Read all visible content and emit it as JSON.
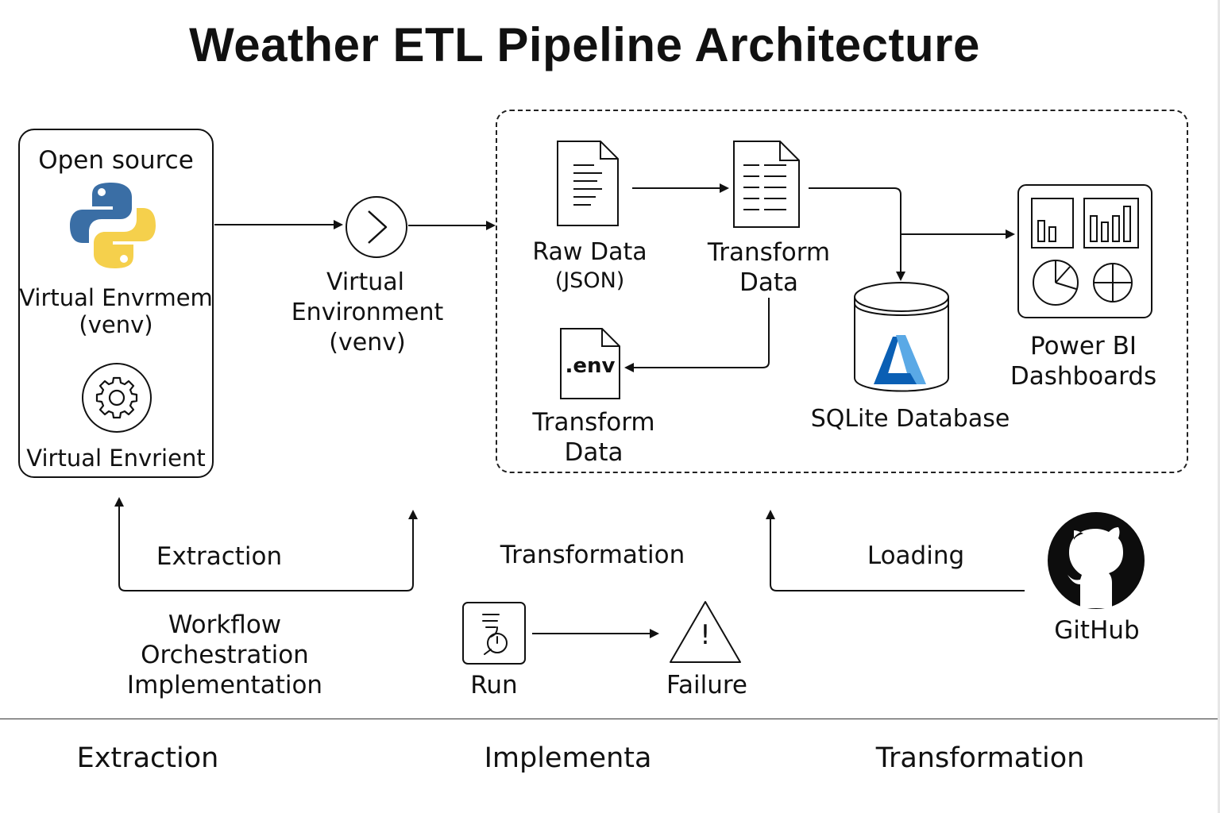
{
  "title": "Weather ETL Pipeline Architecture",
  "left_panel": {
    "heading": "Open source",
    "venv_line1": "Virtual Envrmem",
    "venv_line2": "(venv)",
    "bottom_label": "Virtual Envrient"
  },
  "middle": {
    "line1": "Virtual",
    "line2": "Environment",
    "line3": "(venv)"
  },
  "pipeline": {
    "raw_line1": "Raw Data",
    "raw_line2": "(JSON)",
    "transform_line1": "Transform",
    "transform_line2": "Data",
    "env_doc_text": ".env",
    "env_line1": "Transform",
    "env_line2": "Data",
    "database_label": "SQLite Database",
    "powerbi_line1": "Power BI",
    "powerbi_line2": "Dashboards"
  },
  "stages": {
    "extraction": "Extraction",
    "transformation": "Transformation",
    "loading": "Loading"
  },
  "workflow": {
    "line1": "Workflow",
    "line2": "Orchestration",
    "line3": "Implementation",
    "run": "Run",
    "failure": "Failure",
    "failure_mark": "!",
    "github": "GitHub"
  },
  "footer": {
    "left": "Extraction",
    "middle": "Implementa",
    "right": "Transformation"
  },
  "colors": {
    "python_blue": "#3a6ea5",
    "python_yellow": "#f5d04c",
    "azure_dark": "#0a5fb4",
    "azure_light": "#5aa9e6",
    "line": "#111111"
  }
}
